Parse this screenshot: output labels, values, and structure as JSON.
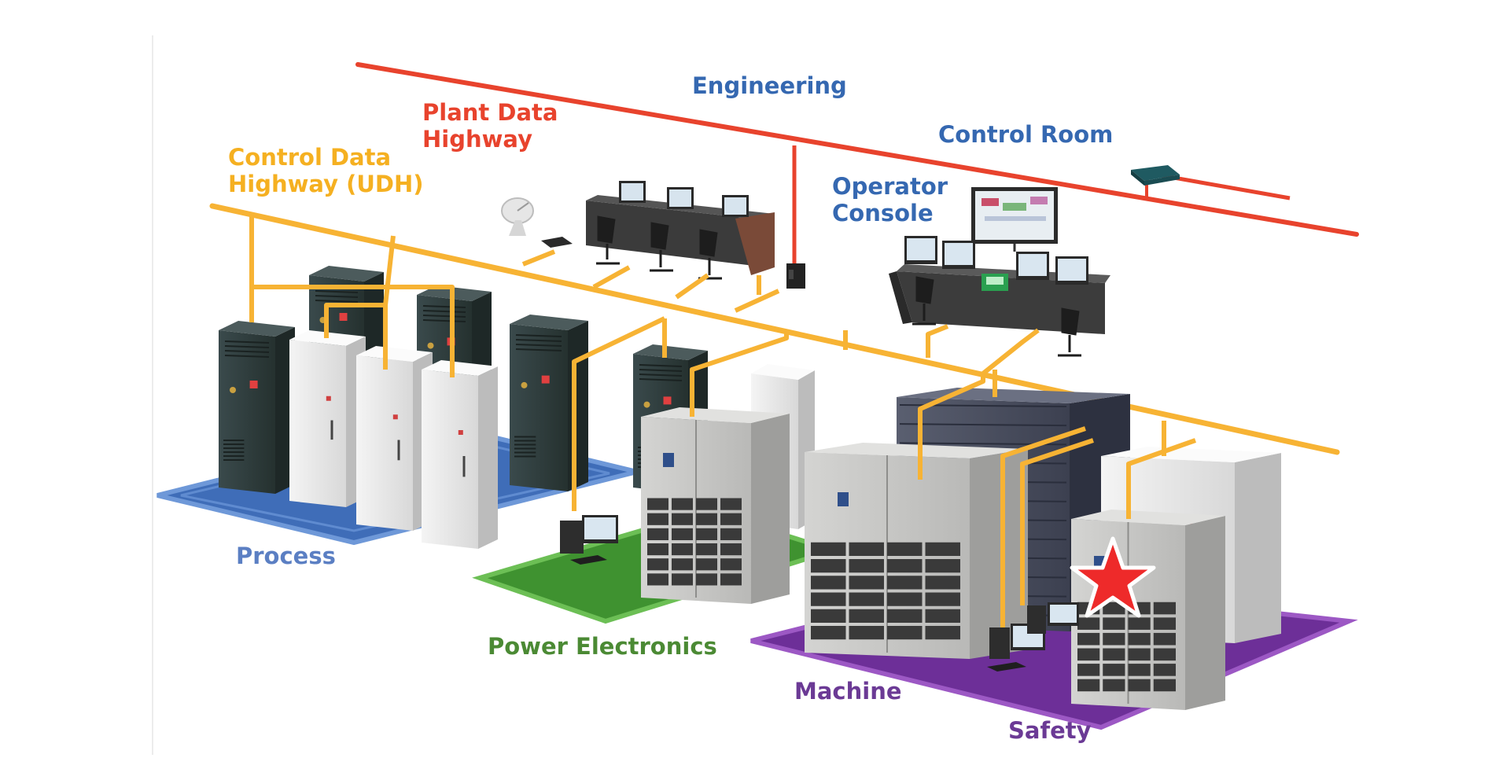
{
  "colors": {
    "plant_highway": "#e8432d",
    "control_highway": "#f7b334",
    "engineering_text": "#3568b1",
    "plant_text": "#e8432d",
    "control_text": "#f5b021",
    "process_text": "#5b7fc3",
    "power_text": "#4b8a34",
    "machine_text": "#6b3a95",
    "safety_text": "#6b3a95",
    "process_pad": "#4f7fc6",
    "power_pad": "#4fa33c",
    "machine_pad": "#7f3fa6",
    "star": "#ee2a2a"
  },
  "labels": {
    "engineering": "Engineering",
    "plant_line1": "Plant Data",
    "plant_line2": "Highway",
    "control_line1": "Control Data",
    "control_line2": "Highway (UDH)",
    "control_room": "Control Room",
    "operator_line1": "Operator",
    "operator_line2": "Console",
    "process": "Process",
    "power_electronics": "Power Electronics",
    "machine": "Machine",
    "safety": "Safety"
  },
  "icons": [
    "satellite-dish-icon",
    "switch-icon",
    "monitor-icon",
    "chair-icon",
    "star-icon"
  ]
}
